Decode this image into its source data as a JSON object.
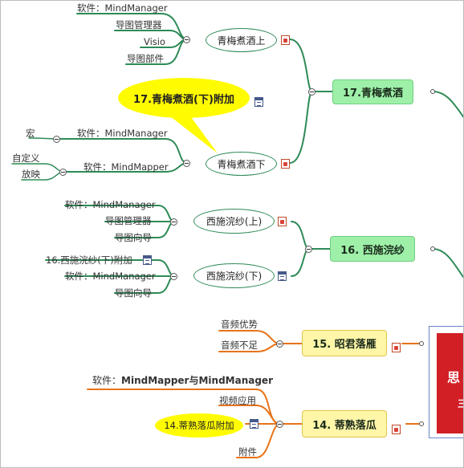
{
  "branches": {
    "b17": {
      "title": "17.青梅煮酒",
      "sub_up": {
        "label": "青梅煮酒上",
        "items": [
          "软件：MindManager",
          "导图管理器",
          "Visio",
          "导图部件"
        ]
      },
      "callout": "17.青梅煮酒(下)附加",
      "sub_down": {
        "label": "青梅煮酒下",
        "items": [
          "软件：MindManager",
          "软件：MindMapper"
        ],
        "nested_left_top": "宏",
        "nested_left_bottom": [
          "自定义",
          "放映"
        ]
      }
    },
    "b16": {
      "title": "16. 西施浣纱",
      "sub_up": {
        "label": "西施浣纱(上)",
        "items": [
          "软件：MindManager",
          "导图管理器",
          "导图向导"
        ]
      },
      "sub_down": {
        "label": "西施浣纱(下)",
        "items": [
          "16.西施浣纱(下)附加",
          "软件：MindManager",
          "导图向导"
        ]
      }
    },
    "b15": {
      "title": "15. 昭君落雁",
      "items": [
        "音频优势",
        "音频不足"
      ]
    },
    "b14": {
      "title": "14. 蒂熟落瓜",
      "top_note_prefix": "软件：",
      "top_note_bold": "MindMapper与MindManager",
      "items": [
        "视频应用",
        "14.蒂熟落瓜附加",
        "附件"
      ]
    }
  },
  "thumbnail": {
    "text1": "思",
    "text2": "三"
  },
  "colors": {
    "green": "#2e8b57",
    "orange": "#e8731a",
    "green_box": "#9ef0a9",
    "yellow_box": "#fff6a8",
    "callout": "#fffb00"
  },
  "icons": [
    "doc-icon",
    "note-icon",
    "collapse-toggle-icon"
  ]
}
